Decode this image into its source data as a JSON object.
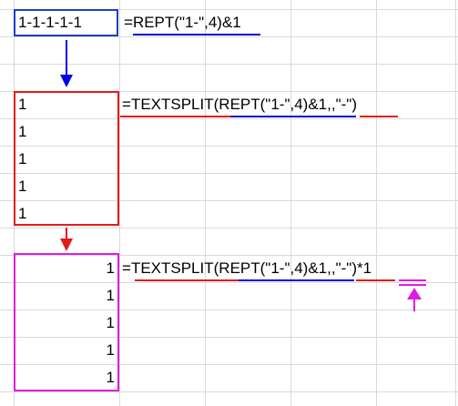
{
  "grid": {
    "gridline_color": "#d9d9d9",
    "background": "#ffffff"
  },
  "block1": {
    "cell_value": "1-1-1-1-1",
    "box_color": "#1f3fbf",
    "formula": {
      "prefix": "=",
      "part_rept": "REPT(\"1-\",4)&1"
    },
    "underline_color": "#0000cc"
  },
  "block2": {
    "values": [
      "1",
      "1",
      "1",
      "1",
      "1"
    ],
    "box_color": "#e01b1b",
    "formula": {
      "prefix": "=",
      "part_textsplit_open": "TEXTSPLIT(",
      "part_rept": "REPT(\"1-\",4)&1",
      "part_sep": ",,",
      "part_delim": "\"-\"",
      "part_close": ")"
    },
    "underline_colors": {
      "outer": "#e01b1b",
      "inner": "#0000cc"
    }
  },
  "block3": {
    "values": [
      "1",
      "1",
      "1",
      "1",
      "1"
    ],
    "box_color": "#e01be0",
    "formula": {
      "prefix": "=",
      "part_textsplit_open": "TEXTSPLIT(",
      "part_rept": "REPT(\"1-\",4)&1",
      "part_sep": ",,",
      "part_delim": "\"-\"",
      "part_close": ")",
      "part_mult": "*1"
    },
    "underline_colors": {
      "outer": "#e01b1b",
      "inner": "#0000cc",
      "mult": "#e01be0"
    }
  },
  "arrows": {
    "blue": "#0000ee",
    "red": "#e01b1b",
    "magenta": "#e01be0"
  }
}
